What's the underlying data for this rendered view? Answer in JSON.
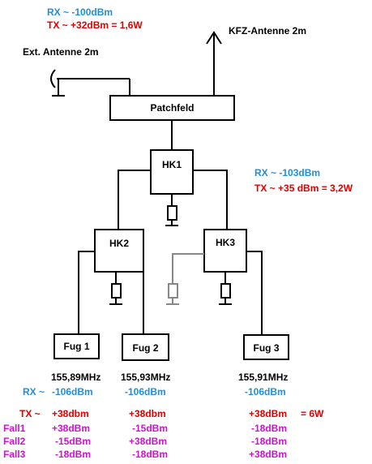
{
  "top_info": {
    "rx": "RX ~ -100dBm",
    "tx": "TX ~  +32dBm = 1,6W"
  },
  "kfz_antenna": "KFZ-Antenne 2m",
  "ext_antenna": "Ext. Antenne 2m",
  "patchfeld": "Patchfeld",
  "hk1": "HK1",
  "hk2": "HK2",
  "hk3": "HK3",
  "hk1_info": {
    "rx": "RX ~ -103dBm",
    "tx": "TX ~ +35 dBm = 3,2W"
  },
  "fugs": [
    {
      "name": "Fug 1",
      "freq": "155,89MHz",
      "rx": "-106dBm",
      "tx": "+38dbm",
      "fall1": "+38dBm",
      "fall2": "-15dBm",
      "fall3": "-18dBm"
    },
    {
      "name": "Fug 2",
      "freq": "155,93MHz",
      "rx": "-106dBm",
      "tx": "+38dbm",
      "fall1": "-15dBm",
      "fall2": "+38dBm",
      "fall3": "-18dBm"
    },
    {
      "name": "Fug 3",
      "freq": "155,91MHz",
      "rx": "-106dBm",
      "tx": "+38dBm",
      "fall1": "-18dBm",
      "fall2": "-18dBm",
      "fall3": "+38dBm"
    }
  ],
  "table_labels": {
    "rx": "RX ~",
    "tx": "TX ~",
    "fall1": "Fall1",
    "fall2": "Fall2",
    "fall3": "Fall3"
  },
  "fug3_tx_note": "= 6W",
  "colors": {
    "rx": "#1e8fe0",
    "tx": "#e00000",
    "fall": "#d012d0",
    "line": "#000000",
    "inactive_line": "#888888"
  }
}
